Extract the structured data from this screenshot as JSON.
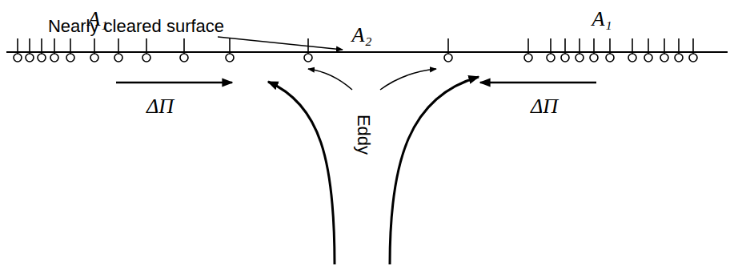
{
  "diagram": {
    "labels": [
      "Nearly cleared surface",
      "A₁",
      "A₂",
      "A₁",
      "ΔΠ",
      "ΔΠ",
      "Eddy"
    ]
  }
}
